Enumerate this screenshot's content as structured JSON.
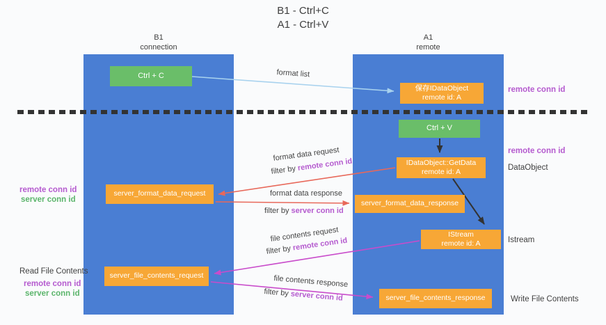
{
  "title": {
    "line1": "B1 - Ctrl+C",
    "line2": "A1 - Ctrl+V"
  },
  "lanes": {
    "left": {
      "title": "B1",
      "subtitle": "connection"
    },
    "right": {
      "title": "A1",
      "subtitle": "remote"
    }
  },
  "nodes": {
    "ctrl_c": "Ctrl + C",
    "ctrl_v": "Ctrl + V",
    "save_dataobject": {
      "line1": "保存IDataObject",
      "line2": "remote id: A"
    },
    "getdata": {
      "line1": "IDataObject::GetData",
      "line2": "remote id: A"
    },
    "istream": {
      "line1": "IStream",
      "line2": "remote id: A"
    },
    "server_format_data_request": "server_format_data_request",
    "server_format_data_response": "server_format_data_response",
    "server_file_contents_request": "server_file_contents_request",
    "server_file_contents_response": "server_file_contents_response"
  },
  "edge_labels": {
    "format_list": "format list",
    "format_data_request": {
      "text": "format data request",
      "filter_prefix": "filter by ",
      "filter_key": "remote conn id"
    },
    "format_data_response": {
      "text": "format data response",
      "filter_prefix": "filter by ",
      "filter_key": "server conn id"
    },
    "file_contents_request": {
      "text": "file contents request",
      "filter_prefix": "filter by ",
      "filter_key": "remote conn id"
    },
    "file_contents_response": {
      "text": "file contents response",
      "filter_prefix": "filter by ",
      "filter_key": "server conn id"
    }
  },
  "side_labels": {
    "right_remote_conn_top": "remote conn id",
    "right_remote_conn_mid": "remote conn id",
    "dataobject": "DataObject",
    "istream": "Istream",
    "write_file_contents": "Write File Contents",
    "left_remote_conn_top": "remote conn id",
    "left_server_conn_top": "server conn id",
    "read_file_contents": "Read File Contents",
    "left_remote_conn_bottom": "remote conn id",
    "left_server_conn_bottom": "server conn id"
  },
  "colors": {
    "lane_blue": "#4a7ed3",
    "box_green": "#6abe69",
    "box_orange": "#f7a736",
    "arrow_lightblue": "#a8d2ee",
    "arrow_salmon": "#e8685a",
    "arrow_magenta": "#c94ccb",
    "arrow_black": "#333333",
    "label_purple": "#b55bcf",
    "label_green": "#5cb56c",
    "text_dark": "#3f3f3f",
    "background": "#fafbfc"
  }
}
